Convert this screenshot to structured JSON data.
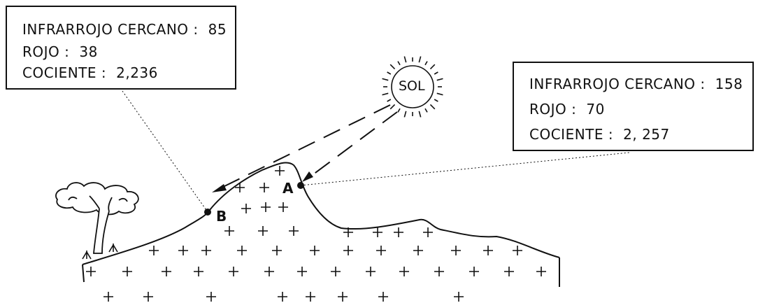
{
  "sun": {
    "label": "SOL",
    "icon": "sun-icon"
  },
  "point_a": {
    "label": "A",
    "infrared_label": "INFRARROJO CERCANO :",
    "infrared_value": "158",
    "red_label": "ROJO :",
    "red_value": "70",
    "ratio_label": "COCIENTE :",
    "ratio_value": "2, 257"
  },
  "point_b": {
    "label": "B",
    "infrared_label": "INFRARROJO CERCANO :",
    "infrared_value": "85",
    "red_label": "ROJO :",
    "red_value": "38",
    "ratio_label": "COCIENTE :",
    "ratio_value": "2,236"
  },
  "icons": [
    "tree-icon",
    "sun-icon",
    "arrow-icon"
  ]
}
